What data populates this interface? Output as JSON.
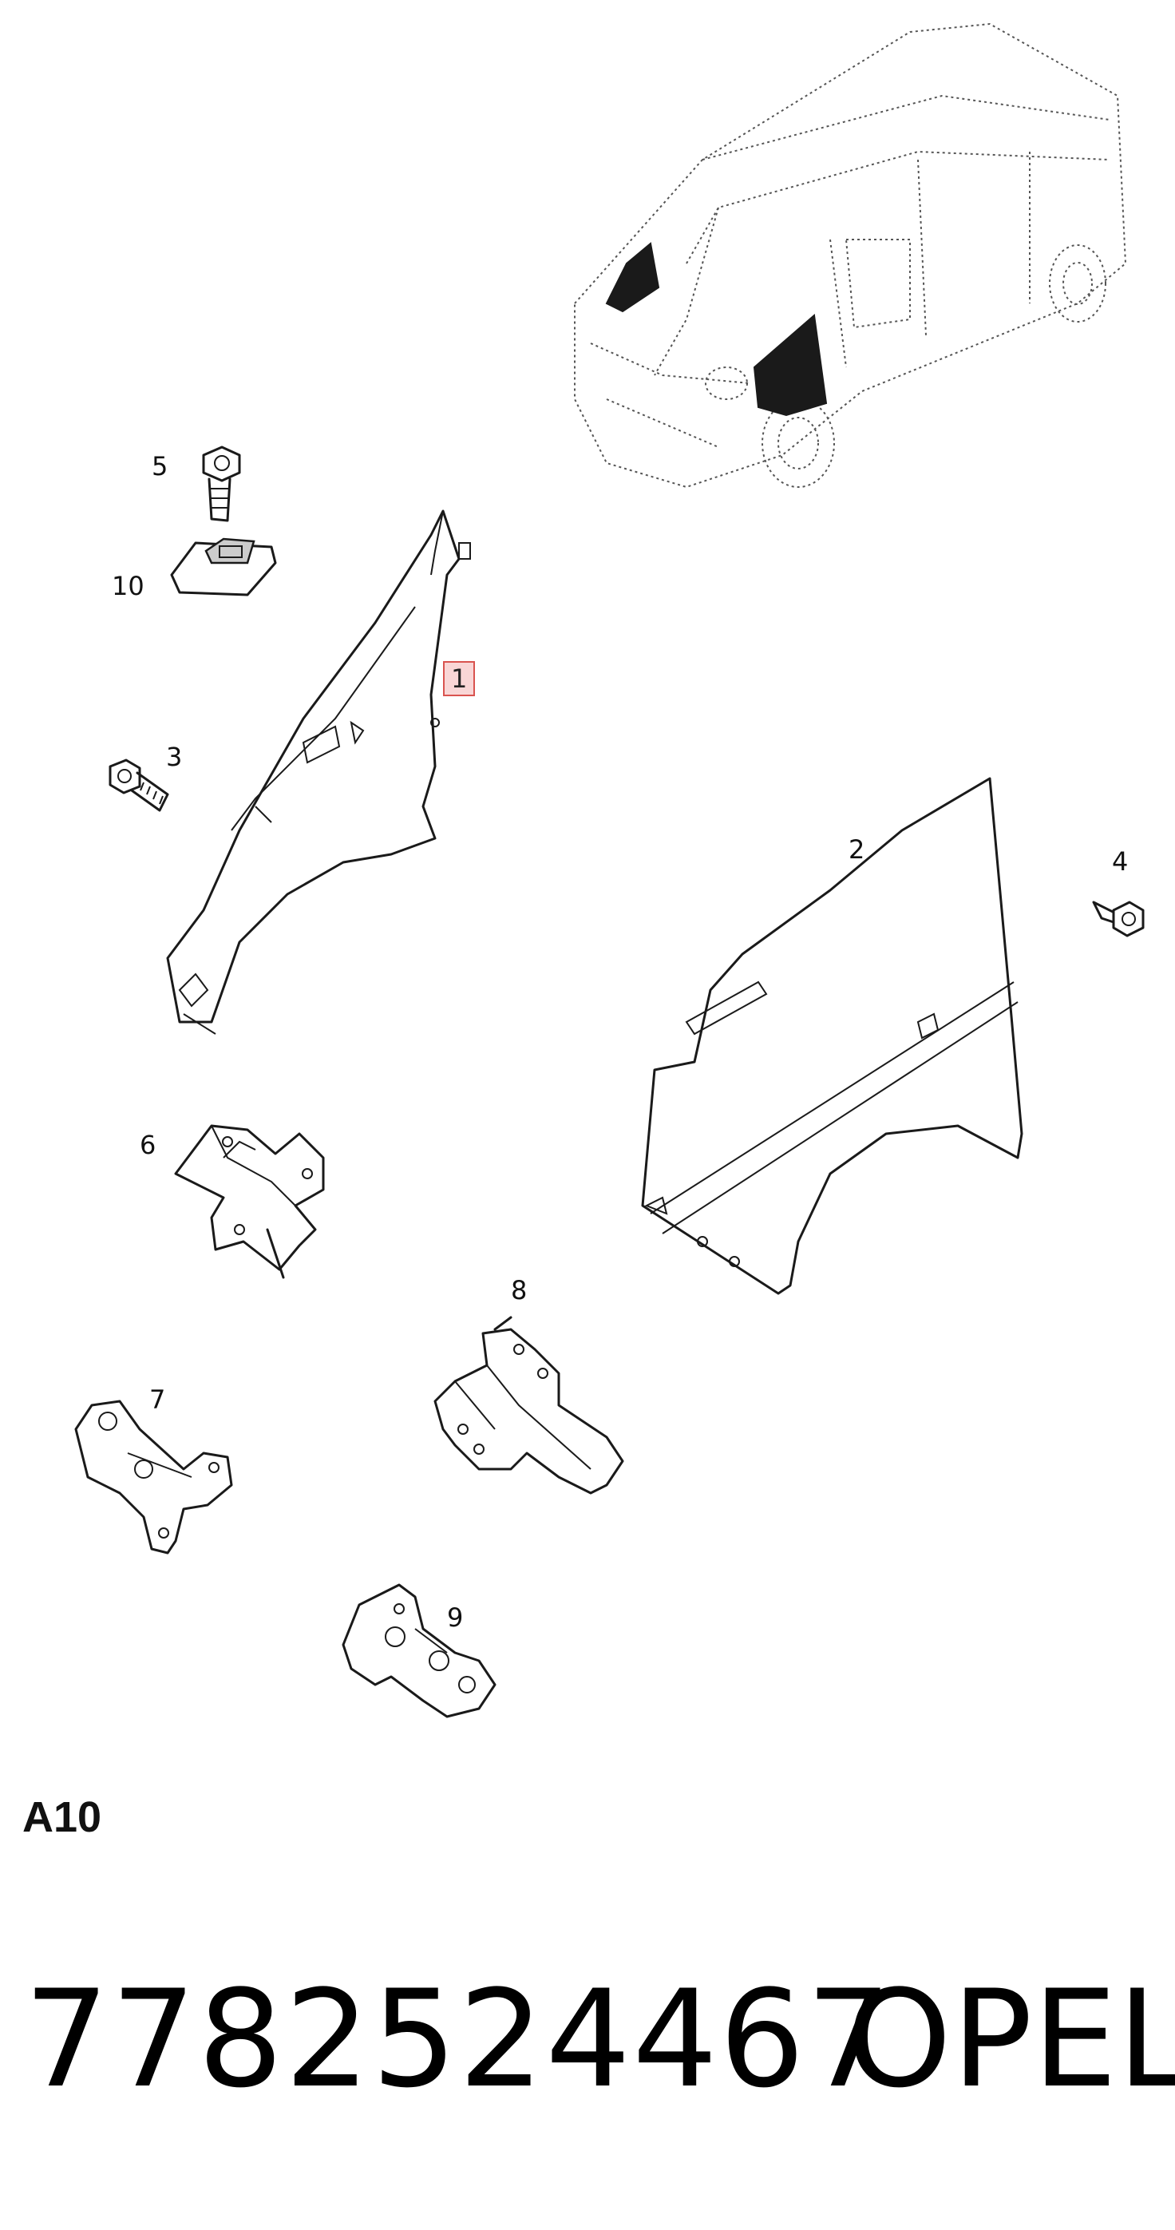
{
  "callouts": {
    "c1": "1",
    "c2": "2",
    "c3": "3",
    "c4": "4",
    "c5": "5",
    "c6": "6",
    "c7": "7",
    "c8": "8",
    "c9": "9",
    "c10": "10"
  },
  "highlight_color": "#d9534f",
  "section_code": "A10",
  "part_number": "7782524467",
  "brand": "OPEL"
}
